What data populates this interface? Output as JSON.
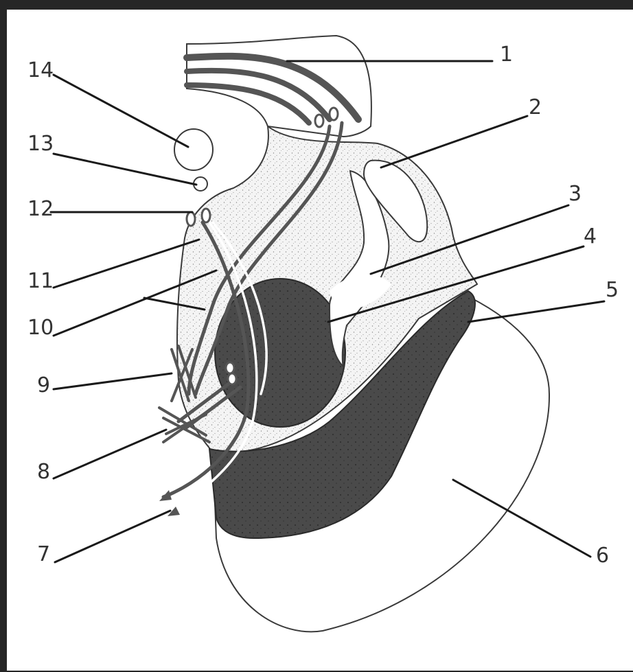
{
  "diagram": {
    "labels": [
      "1",
      "2",
      "3",
      "4",
      "5",
      "6",
      "7",
      "8",
      "9",
      "10",
      "11",
      "12",
      "13",
      "14"
    ],
    "colors": {
      "background": "#262626",
      "paper": "#ffffff",
      "outline": "#3a3a3a",
      "dark_mass": "#4a4a4a",
      "stipple": "#e8e8e8",
      "fiber": "#555555"
    }
  }
}
